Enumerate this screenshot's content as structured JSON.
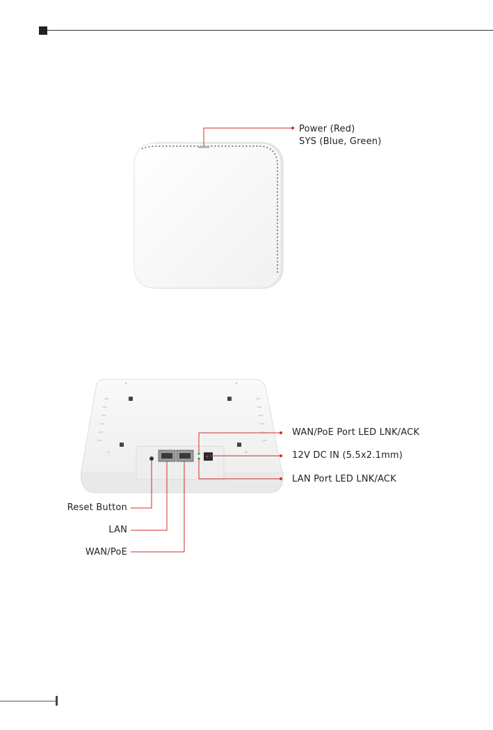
{
  "figure_top": {
    "callouts": [
      {
        "line1": "Power (Red)",
        "line2": "SYS (Blue, Green)"
      }
    ]
  },
  "figure_bottom": {
    "callouts_right": [
      {
        "label": "WAN/PoE Port LED LNK/ACK"
      },
      {
        "label": "12V DC IN (5.5x2.1mm)"
      },
      {
        "label": "LAN Port LED LNK/ACK"
      }
    ],
    "callouts_left": [
      {
        "label": "Reset Button"
      },
      {
        "label": "LAN"
      },
      {
        "label": "WAN/PoE"
      }
    ]
  },
  "colors": {
    "callout_line": "#d42a2a",
    "device_body": "#f4f4f4",
    "device_edge": "#dcdcdc"
  }
}
